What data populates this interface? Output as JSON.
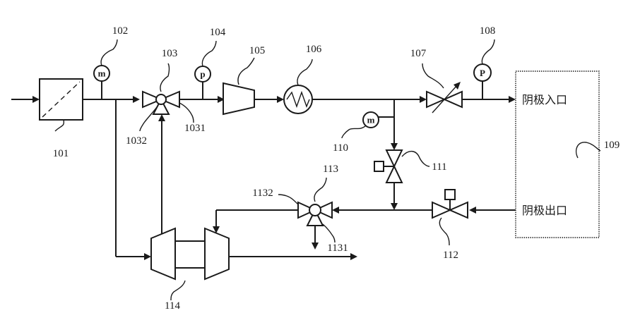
{
  "components": {
    "filter": "101",
    "flowmeter_inlet": "102",
    "three_way_valve_1": "103",
    "three_way_valve_1_port_a": "1031",
    "three_way_valve_1_port_b": "1032",
    "pressure_sensor_1": "104",
    "compressor": "105",
    "heat_exchanger": "106",
    "back_pressure_valve": "107",
    "pressure_sensor_2": "108",
    "fuel_cell_stack": "109",
    "flowmeter_bypass": "110",
    "bypass_valve": "111",
    "exhaust_valve": "112",
    "three_way_valve_2": "113",
    "three_way_valve_2_port_a": "1131",
    "three_way_valve_2_port_b": "1132",
    "turbocharger": "114"
  },
  "gauge_symbols": {
    "flow": "m",
    "pressure_small": "p",
    "pressure_large": "P"
  },
  "stack_ports": {
    "cathode_inlet": "阴极入口",
    "cathode_outlet": "阴极出口"
  }
}
